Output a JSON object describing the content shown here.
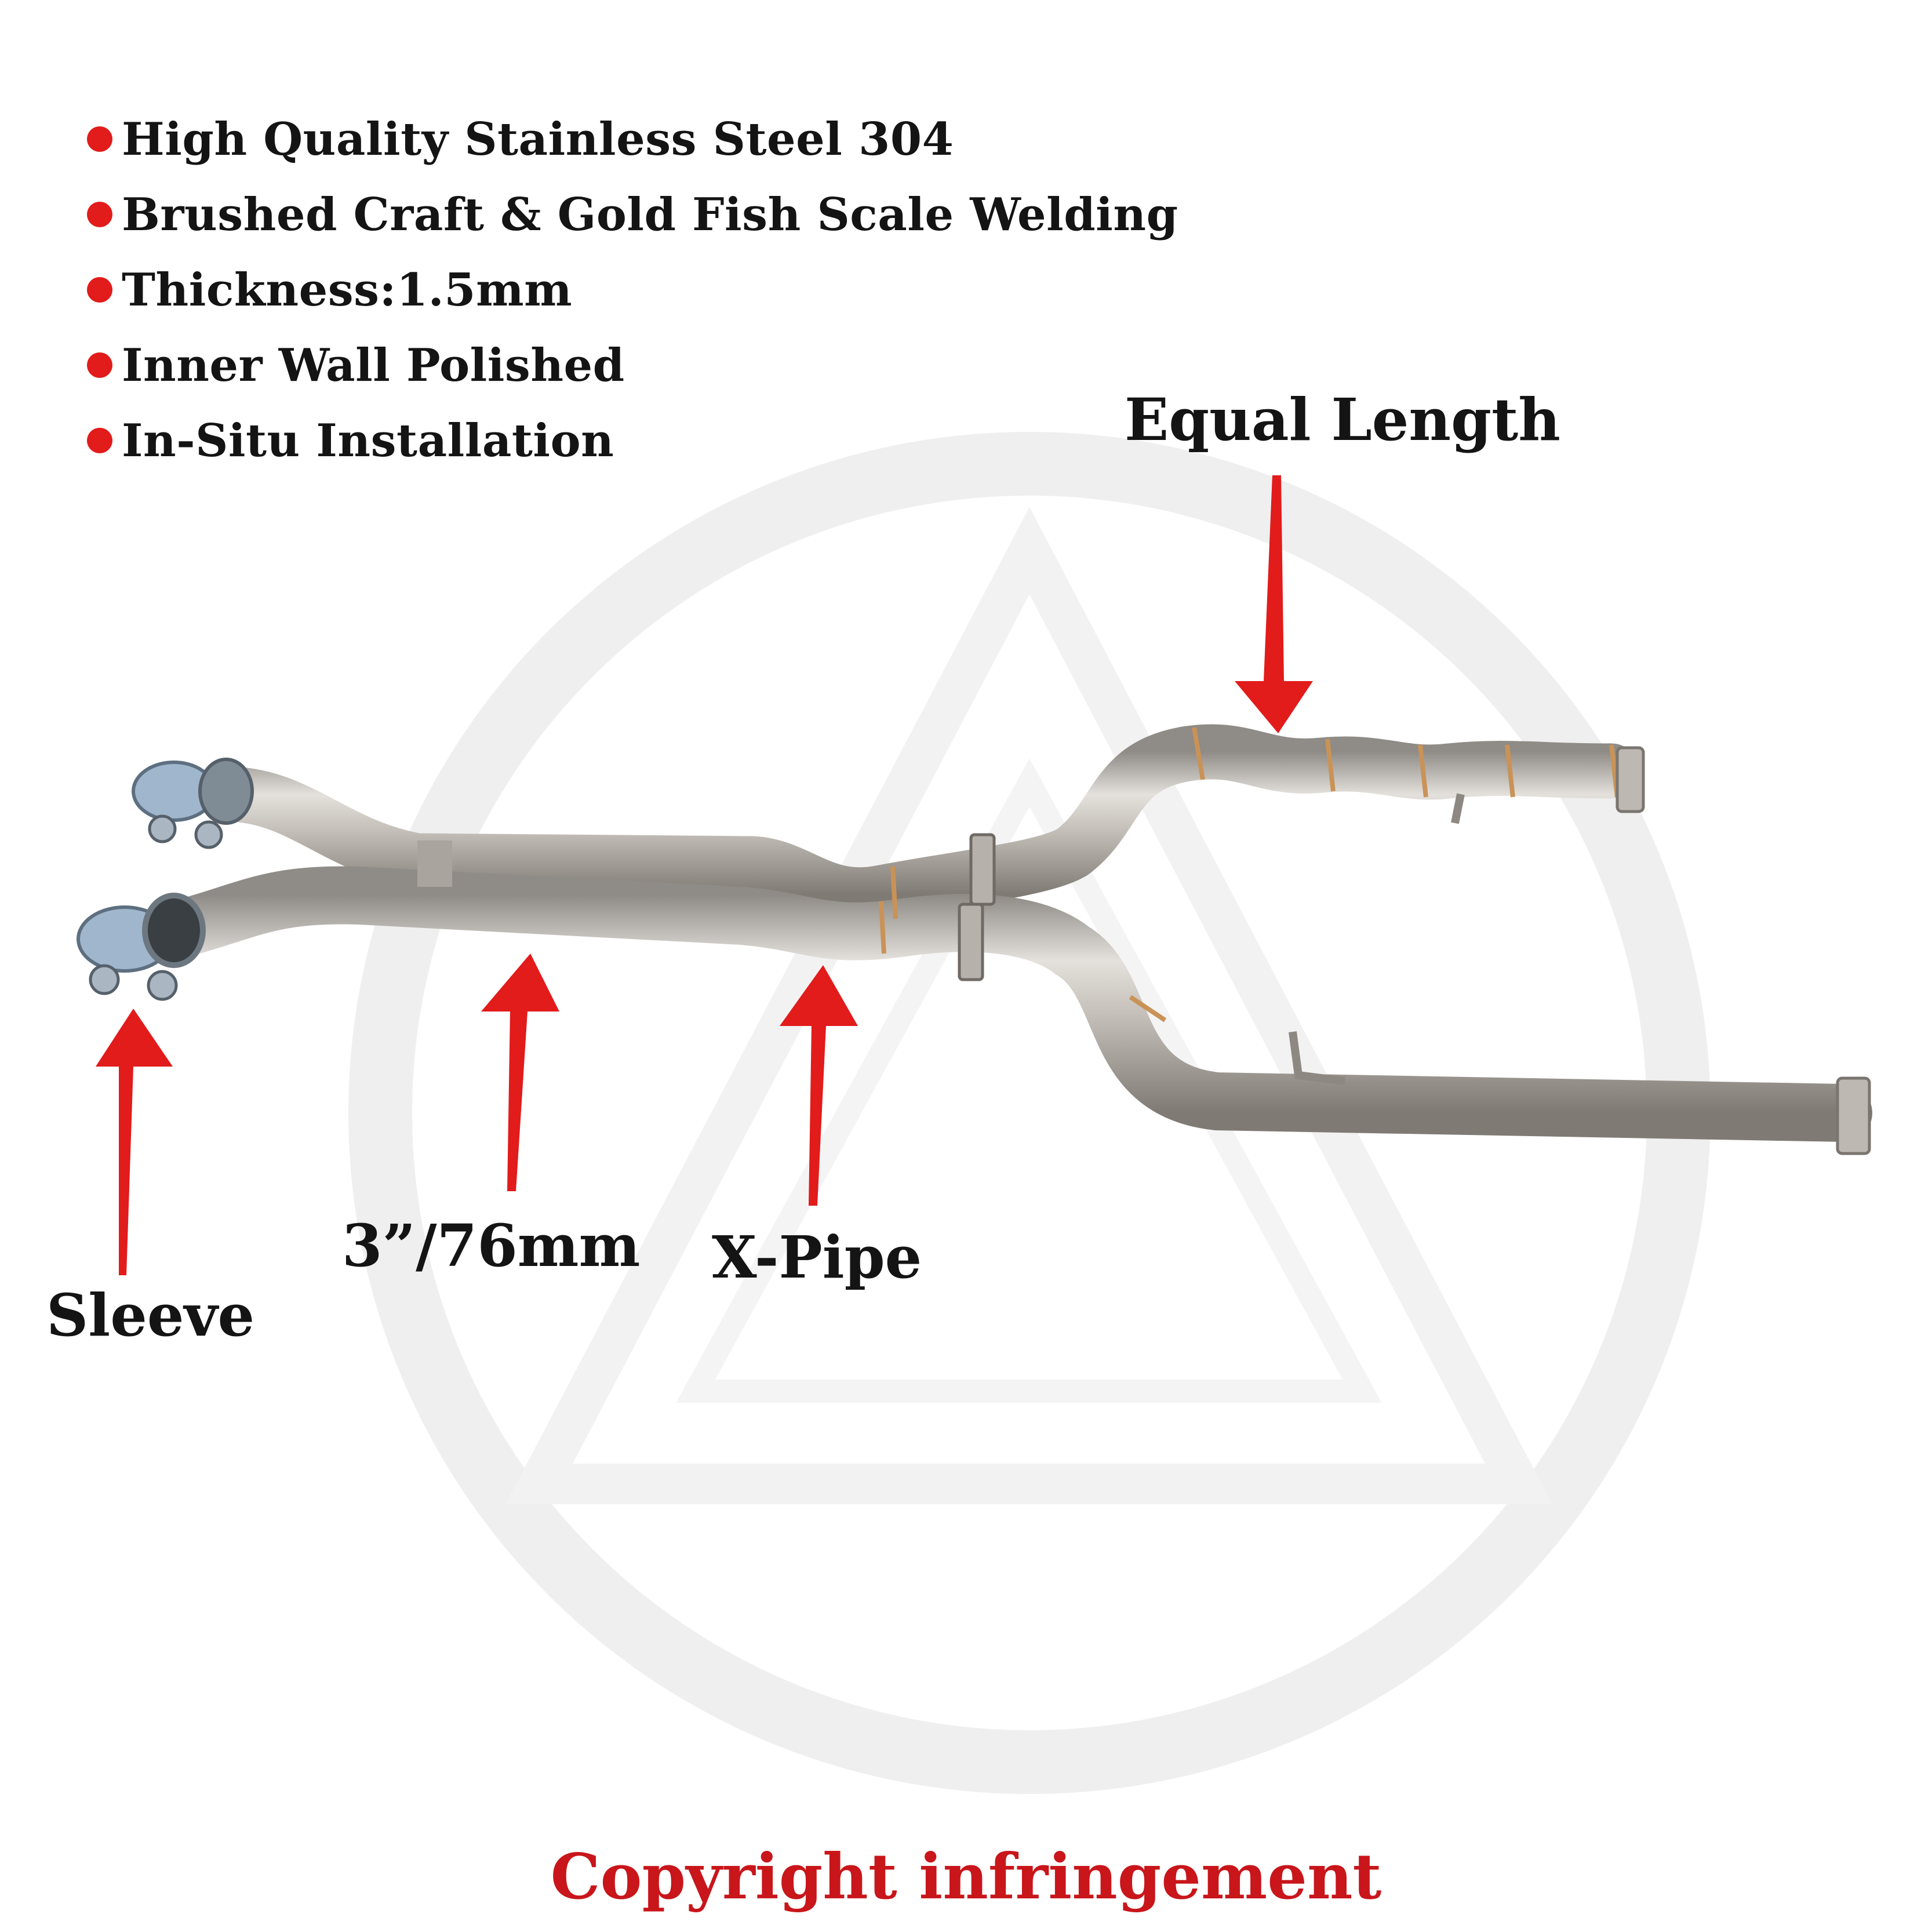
{
  "features": [
    "High Quality Stainless Steel 304",
    "Brushed Craft & Gold Fish Scale Welding",
    "Thickness:1.5mm",
    "Inner Wall Polished",
    "In-Situ Installation"
  ],
  "callouts": {
    "equal_length": "Equal Length",
    "pipe_size": "3”/76mm",
    "x_pipe": "X-Pipe",
    "sleeve": "Sleeve"
  },
  "watermark": "Copyright infringement",
  "colors": {
    "arrow": "#e21b1b",
    "bullet": "#e21b1b",
    "watermark": "#c8161b",
    "steel": "#c7c3bd",
    "weld": "#c99358",
    "clamp": "#9fb6cc",
    "logo_watermark": "#eeeeee"
  }
}
